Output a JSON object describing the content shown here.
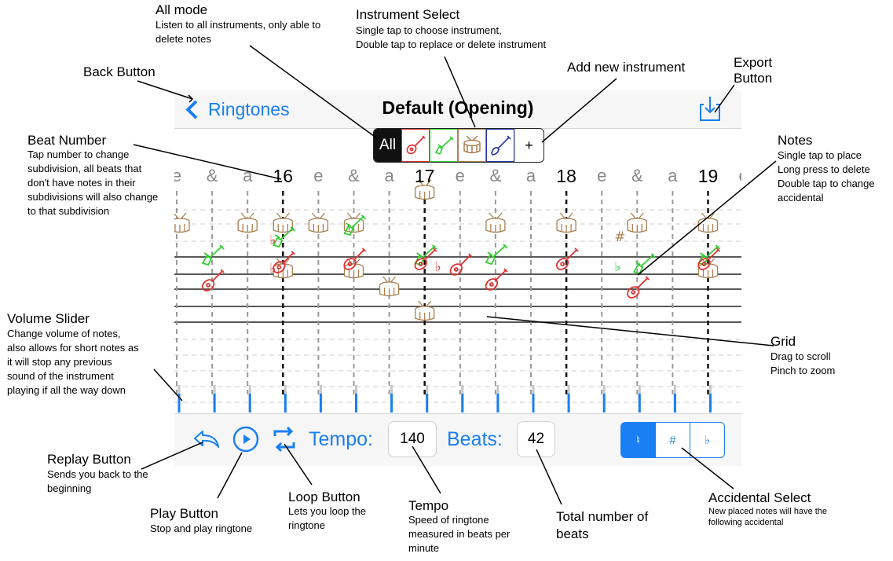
{
  "navbar": {
    "back_label": "Ringtones",
    "title": "Default (Opening)",
    "export_icon": "export-icon"
  },
  "instrument_select": {
    "all_label": "All",
    "instruments": [
      {
        "icon": "guitar-icon",
        "color": "#e03030"
      },
      {
        "icon": "electric-guitar-icon",
        "color": "#33cc33"
      },
      {
        "icon": "drum-icon",
        "color": "#a88050"
      },
      {
        "icon": "bass-guitar-icon",
        "color": "#2233aa"
      }
    ],
    "add_label": "+"
  },
  "beat_labels": [
    "e",
    "&",
    "a",
    "16",
    "e",
    "&",
    "a",
    "17",
    "e",
    "&",
    "a",
    "18",
    "e",
    "&",
    "a",
    "19",
    "e"
  ],
  "toolbar": {
    "tempo_label": "Tempo:",
    "tempo_value": "140",
    "beats_label": "Beats:",
    "beats_value": "42",
    "accidentals": [
      {
        "symbol": "♮",
        "active": true
      },
      {
        "symbol": "#",
        "active": false
      },
      {
        "symbol": "♭",
        "active": false
      }
    ]
  },
  "annotations": {
    "all_mode": {
      "title": "All mode",
      "desc": "Listen to all instruments, only able to\ndelete notes"
    },
    "instrument_select": {
      "title": "Instrument Select",
      "desc": "Single tap to choose instrument,\nDouble tap to replace or delete instrument"
    },
    "add_instrument": {
      "title": "Add new instrument"
    },
    "export_button": {
      "title": "Export\nButton"
    },
    "back_button": {
      "title": "Back Button"
    },
    "beat_number": {
      "title": "Beat Number",
      "desc": "Tap number to change\nsubdivision, all beats that\ndon't have notes in their\nsubdivisions will also change\nto that subdivision"
    },
    "notes": {
      "title": "Notes",
      "desc": "Single tap to place\nLong press to delete\nDouble tap to change\naccidental"
    },
    "volume_slider": {
      "title": "Volume Slider",
      "desc": "Change volume of notes,\nalso allows for short notes as\nit will stop any previous\nsound of the instrument\nplaying  if all the way down"
    },
    "grid": {
      "title": "Grid",
      "desc": "Drag to scroll\nPinch to zoom"
    },
    "replay_button": {
      "title": "Replay Button",
      "desc": "Sends you back to the\nbeginning"
    },
    "play_button": {
      "title": "Play Button",
      "desc": "Stop and play ringtone"
    },
    "loop_button": {
      "title": "Loop Button",
      "desc": "Lets you loop the\nringtone"
    },
    "tempo": {
      "title": "Tempo",
      "desc": "Speed of ringtone\nmeasured in beats per\nminute"
    },
    "total_beats": {
      "title": "Total number of\nbeats"
    },
    "accidental_select": {
      "title": "Accidental Select",
      "desc": "New placed notes will have the\nfollowing accidental"
    }
  }
}
